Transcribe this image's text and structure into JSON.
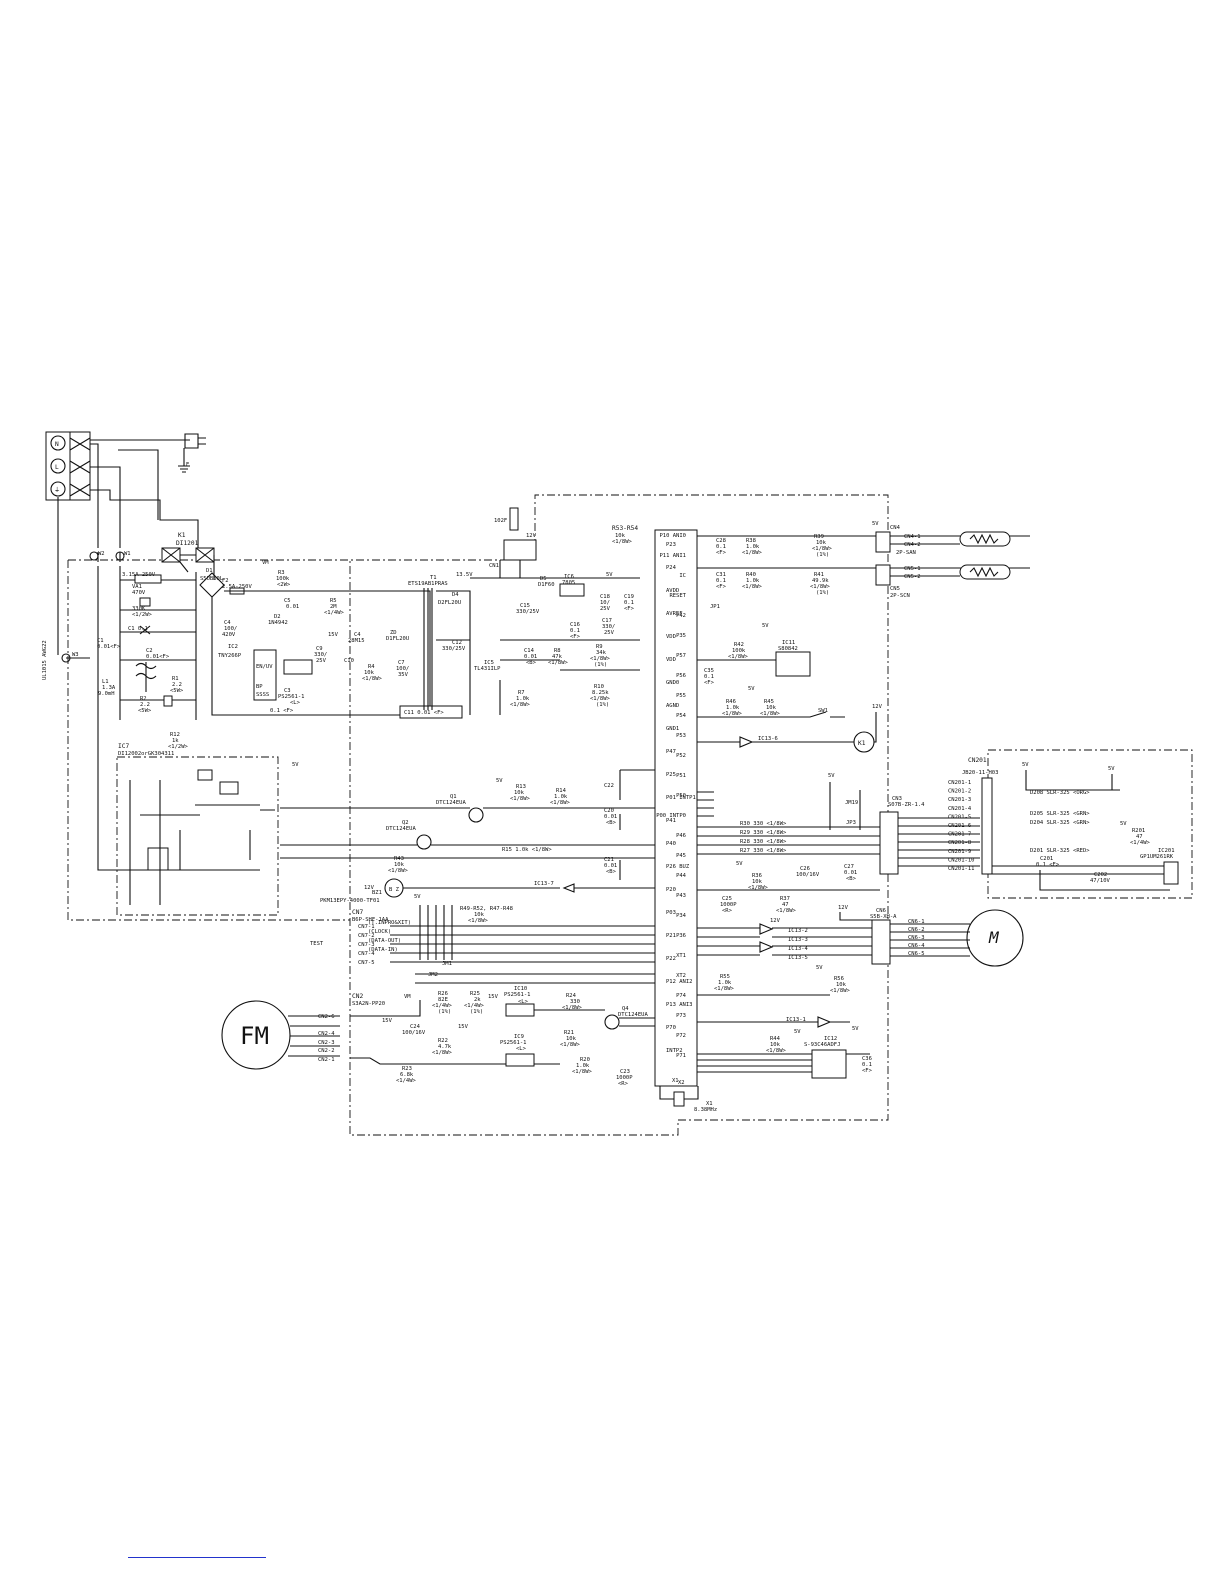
{
  "terminal": {
    "n": "N",
    "l": "L",
    "g": "⏚"
  },
  "earth": {
    "label": "E"
  },
  "relay_k1": {
    "ref": "K1",
    "part": "DI1201"
  },
  "connection": {
    "w1": "W1",
    "w2": "W2",
    "w3": "W3",
    "ul": "UL1015 AWG22"
  },
  "fuse1": {
    "rating": "3.15A-250V"
  },
  "varistor": {
    "ref": "VA1",
    "value": "470V"
  },
  "fuse2": {
    "ref": "F2",
    "rating": "2.5A-250V"
  },
  "r330k": {
    "value": "330K",
    "watt": "<1/2W>"
  },
  "c1": {
    "ref": "C1",
    "value": "0.01<F>"
  },
  "c1b": {
    "label": "C1 0.1"
  },
  "c2": {
    "ref": "C2",
    "value": "0.01<F>"
  },
  "l1": {
    "ref": "L1",
    "value": "1.3A",
    "ind": "9.0mH"
  },
  "r1": {
    "ref": "R1",
    "value": "2.2",
    "watt": "<5W>"
  },
  "r2": {
    "ref": "R2",
    "value": "2.2",
    "watt": "<5W>"
  },
  "r12": {
    "ref": "R12",
    "value": "1k",
    "watt": "<1/2W>"
  },
  "d1": {
    "ref": "D1",
    "part": "S5UB60L"
  },
  "r3": {
    "ref": "R3",
    "value": "100k",
    "watt": "<2W>",
    "vm": "VM"
  },
  "c5": {
    "ref": "C5",
    "value": "0.01"
  },
  "d2": {
    "ref": "D2",
    "part": "1N4942"
  },
  "r5": {
    "ref": "R5",
    "value": "2M",
    "watt": "<1/4W>"
  },
  "c4": {
    "ref": "C4",
    "value": "100/",
    "volt": "420V"
  },
  "c4b": {
    "ref": "C4",
    "part": "28M15"
  },
  "ic2": {
    "ref": "IC2",
    "part": "TNY266P",
    "en": "EN/UV",
    "bp": "BP",
    "s": "SSSS"
  },
  "c9": {
    "ref": "C9",
    "value": "330/",
    "volt": "25V"
  },
  "zd": {
    "ref": "ZD",
    "part": "D1FL20U"
  },
  "c10": {
    "ref": "C10"
  },
  "c3": {
    "ref": "C3",
    "part": "PS2561-1",
    "l": "<L>"
  },
  "c6": {
    "ref": "C6",
    "value": "0.1 <F>"
  },
  "r4": {
    "ref": "R4",
    "value": "10k",
    "watt": "<1/8W>"
  },
  "c7": {
    "ref": "C7",
    "value": "100/",
    "volt": "35V"
  },
  "c11": {
    "label": "C11 0.01 <F>"
  },
  "t1": {
    "ref": "T1",
    "part": "ETS19AB1PRAS"
  },
  "d4": {
    "ref": "D4",
    "part": "D2FL20U"
  },
  "v135": {
    "label": "13.5V"
  },
  "c12": {
    "ref": "C12",
    "value": "330/25V"
  },
  "d5": {
    "ref": "D5",
    "part": "D1F60"
  },
  "ic6": {
    "ref": "IC6",
    "part": "7805"
  },
  "c15": {
    "ref": "C15",
    "value": "330/25V"
  },
  "c18": {
    "ref": "C18",
    "value": "10/",
    "volt": "25V"
  },
  "c19": {
    "ref": "C19",
    "value": "0.1",
    "f": "<F>"
  },
  "c16": {
    "ref": "C16",
    "value": "0.1",
    "f": "<F>"
  },
  "c17": {
    "ref": "C17",
    "value": "330/",
    "volt": "25V"
  },
  "c14": {
    "ref": "C14",
    "value": "0.01",
    "b": "<B>"
  },
  "r8": {
    "ref": "R8",
    "value": "47k",
    "watt": "<1/8W>"
  },
  "r9": {
    "ref": "R9",
    "value": "34k",
    "watt": "<1/8W>",
    "tol": "(1%)"
  },
  "ic5": {
    "ref": "IC5",
    "part": "TL431ILP"
  },
  "r7": {
    "ref": "R7",
    "value": "1.0k",
    "watt": "<1/8W>"
  },
  "r10": {
    "ref": "R10",
    "value": "8.25k",
    "watt": "<1/8W>",
    "tol": "(1%)"
  },
  "cn1": {
    "ref": "CN1",
    "fuse": "102F"
  },
  "vnode": {
    "v12": "12V",
    "v5": "5V",
    "v15": "15V"
  },
  "r53": {
    "ref": "R53-R54",
    "value": "10k",
    "watt": "<1/8W>"
  },
  "mcu": {
    "pins_left": [
      "P23",
      "P24",
      "AVDD",
      "AVREF",
      "VDD",
      "VDD",
      "GND0",
      "AGND",
      "GND1",
      "P47",
      "P25",
      "P01 INTP1",
      "P41",
      "P40",
      "P26 BUZ",
      "P20",
      "P03",
      "P21",
      "P22",
      "P12 ANI2",
      "P13 ANI3",
      "P70",
      "INTP2"
    ],
    "pins_right": [
      "P10 ANI0",
      "P11 ANI1",
      "IC",
      "RESET",
      "P42",
      "P35",
      "P57",
      "P56",
      "P55",
      "P54",
      "P53",
      "P52",
      "P51",
      "P50",
      "P00 INTP0",
      "P46",
      "P45",
      "P44",
      "P43",
      "P34",
      "P36",
      "XT1",
      "XT2",
      "P74",
      "P73",
      "P72",
      "P71"
    ],
    "x1": "X1",
    "x2": "X2"
  },
  "ic7": {
    "ref": "IC7",
    "part": "DI12002orGK304311"
  },
  "q1": {
    "ref": "Q1",
    "part": "DTC124EUA"
  },
  "q2": {
    "ref": "Q2",
    "part": "DTC124EUA"
  },
  "r13": {
    "ref": "R13",
    "value": "10k",
    "watt": "<1/8W>"
  },
  "r14": {
    "ref": "R14",
    "value": "1.0k",
    "watt": "<1/8W>"
  },
  "r15": {
    "label": "R15 1.0k <1/8W>"
  },
  "c22": {
    "ref": "C22"
  },
  "c20": {
    "ref": "C20",
    "value": "0.01",
    "b": "<B>"
  },
  "c21": {
    "ref": "C21",
    "value": "0.01",
    "b": "<B>"
  },
  "r43": {
    "ref": "R43",
    "value": "10k",
    "watt": "<1/8W>"
  },
  "bz1": {
    "ref": "BZ1",
    "part": "PKM13EPY-4000-TF01",
    "label": "B Z"
  },
  "ic13_7": {
    "ref": "IC13-7"
  },
  "cn7": {
    "ref": "CN7",
    "part": "B6P-SHF-1AA",
    "test": "TEST",
    "pins": [
      "CN7-1",
      "CN7-2",
      "CN7-3",
      "CN7-4",
      "CN7-5"
    ],
    "signals": [
      "(T.INPRO&XIT)",
      "(CLOCK)",
      "(DATA-OUT)",
      "(DATA-IN)"
    ]
  },
  "r49": {
    "ref": "R49-R52, R47-R48",
    "value": "10k",
    "watt": "<1/8W>"
  },
  "jm": {
    "jm1": "JM1",
    "jm2": "JM2"
  },
  "fan_motor": {
    "label": "FM"
  },
  "cn2": {
    "ref": "CN2",
    "part": "S3A2N-PP20",
    "pins": [
      "CN2-6",
      "CN2-4",
      "CN2-3",
      "CN2-2",
      "CN2-1"
    ]
  },
  "c24": {
    "ref": "C24",
    "value": "100/16V"
  },
  "r26": {
    "ref": "R26",
    "value": "82E",
    "watt": "<1/4W>",
    "tol": "(1%)"
  },
  "r25": {
    "ref": "R25",
    "value": "2k",
    "watt": "<1/4W>",
    "tol": "(1%)"
  },
  "ic10": {
    "ref": "IC10",
    "part": "PS2561-1",
    "l": "<L>"
  },
  "r24": {
    "ref": "R24",
    "value": "330",
    "watt": "<1/8W>"
  },
  "q4": {
    "ref": "Q4",
    "part": "DTC124EUA"
  },
  "ic9": {
    "ref": "IC9",
    "part": "PS2561-1",
    "l": "<L>"
  },
  "r21": {
    "ref": "R21",
    "value": "10k",
    "watt": "<1/8W>"
  },
  "r22": {
    "ref": "R22",
    "value": "4.7k",
    "watt": "<1/8W>"
  },
  "r23": {
    "ref": "R23",
    "value": "6.8k",
    "watt": "<1/4W>"
  },
  "r20": {
    "ref": "R20",
    "value": "1.0k",
    "watt": "<1/8W>"
  },
  "c23": {
    "ref": "C23",
    "value": "1000P",
    "r": "<R>"
  },
  "x1": {
    "ref": "X1",
    "value": "8.38MHz"
  },
  "cn4": {
    "ref": "CN4",
    "part": "2P-SAN",
    "pins": [
      "CN4-1",
      "CN4-2"
    ]
  },
  "cn5": {
    "ref": "CN5",
    "part": "2P-SCN",
    "pins": [
      "CN5-1",
      "CN5-2"
    ]
  },
  "c28": {
    "ref": "C28",
    "value": "0.1",
    "f": "<F>"
  },
  "r38": {
    "ref": "R38",
    "value": "1.0k",
    "watt": "<1/8W>"
  },
  "r39": {
    "ref": "R39",
    "value": "10k",
    "watt": "<1/8W>",
    "tol": "(1%)"
  },
  "c31": {
    "ref": "C31",
    "value": "0.1",
    "f": "<F>"
  },
  "r40": {
    "ref": "R40",
    "value": "1.0k",
    "watt": "<1/8W>"
  },
  "r41": {
    "ref": "R41",
    "value": "49.9k",
    "watt": "<1/8W>",
    "tol": "(1%)"
  },
  "jp1": {
    "ref": "JP1"
  },
  "ic11": {
    "ref": "IC11",
    "part": "S80842"
  },
  "r42": {
    "ref": "R42",
    "value": "100k",
    "watt": "<1/8W>"
  },
  "c35": {
    "ref": "C35",
    "value": "0.1",
    "f": "<F>"
  },
  "r46": {
    "ref": "R46",
    "value": "1.0k",
    "watt": "<1/8W>"
  },
  "r45": {
    "ref": "R45",
    "value": "10k",
    "watt": "<1/8W>"
  },
  "sw1": {
    "ref": "SW1"
  },
  "ic13_6": {
    "ref": "IC13-6"
  },
  "k1_coil": {
    "label": "K1"
  },
  "jm19": {
    "ref": "JM19"
  },
  "jp3": {
    "ref": "JP3"
  },
  "r_led": [
    "R30 330 <1/8W>",
    "R29 330 <1/8W>",
    "R28 330 <1/8W>",
    "R27 330 <1/8W>"
  ],
  "cn3": {
    "ref": "CN3",
    "part": "S07B-ZR-1.4"
  },
  "c26": {
    "ref": "C26",
    "value": "100/16V"
  },
  "c27": {
    "ref": "C27",
    "value": "0.01",
    "b": "<B>"
  },
  "r36": {
    "ref": "R36",
    "value": "10k",
    "watt": "<1/8W>"
  },
  "c25": {
    "ref": "C25",
    "value": "1000P",
    "r": "<R>"
  },
  "r37": {
    "ref": "R37",
    "value": "47",
    "watt": "<1/8W>"
  },
  "cn201": {
    "ref": "CN201",
    "part": "JB20-11-H03",
    "pins": [
      "CN201-1",
      "CN201-2",
      "CN201-3",
      "CN201-4",
      "CN201-5",
      "CN201-6",
      "CN201-7",
      "CN201-8",
      "CN201-9",
      "CN201-10",
      "CN201-11"
    ]
  },
  "leds": [
    "D208 SLR-325 <ORG>",
    "D205 SLR-325 <GRN>",
    "D204 SLR-325 <GRN>",
    "D201 SLR-325 <RED>"
  ],
  "r201": {
    "ref": "R201",
    "value": "47",
    "watt": "<1/4W>"
  },
  "ic201": {
    "ref": "IC201",
    "part": "GP1UM261RK"
  },
  "c201": {
    "ref": "C201",
    "value": "0.1 <F>"
  },
  "c202": {
    "ref": "C202",
    "value": "47/10V"
  },
  "stepper": {
    "label": "M"
  },
  "cn6": {
    "ref": "CN6",
    "part": "S5B-XH-A",
    "pins": [
      "CN6-1",
      "CN6-2",
      "CN6-3",
      "CN6-4",
      "CN6-5"
    ]
  },
  "ic13_drv": [
    "IC13-2",
    "IC13-3",
    "IC13-4",
    "IC13-5"
  ],
  "r55": {
    "ref": "R55",
    "value": "1.0k",
    "watt": "<1/8W>"
  },
  "r56": {
    "ref": "R56",
    "value": "10k",
    "watt": "<1/8W>"
  },
  "ic13_1": {
    "ref": "IC13-1"
  },
  "r44": {
    "ref": "R44",
    "value": "10k",
    "watt": "<1/8W>"
  },
  "ic12": {
    "ref": "IC12",
    "part": "S-93C46ADFJ"
  },
  "c36": {
    "ref": "C36",
    "value": "0.1",
    "f": "<F>"
  }
}
